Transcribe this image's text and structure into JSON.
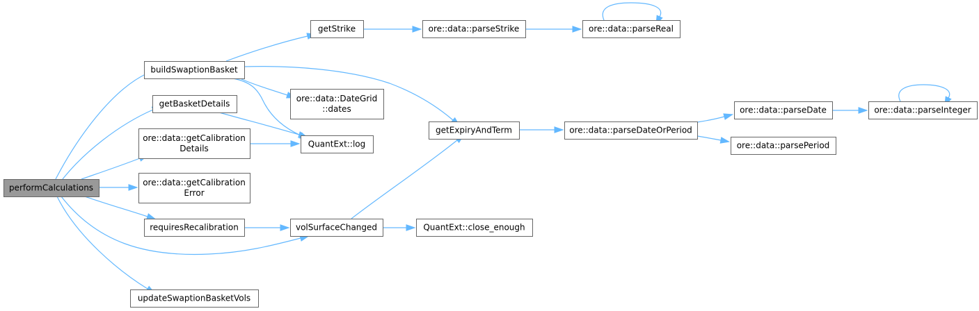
{
  "colors": {
    "edge": "#63b8ff",
    "node_border": "#666666",
    "root_fill": "#999999",
    "node_fill": "#ffffff"
  },
  "nodes": {
    "performCalculations": {
      "lines": [
        "performCalculations"
      ]
    },
    "buildSwaptionBasket": {
      "lines": [
        "buildSwaptionBasket"
      ]
    },
    "getBasketDetails": {
      "lines": [
        "getBasketDetails"
      ]
    },
    "getCalibrationDetails": {
      "lines": [
        "ore::data::getCalibration",
        "Details"
      ]
    },
    "getCalibrationError": {
      "lines": [
        "ore::data::getCalibration",
        "Error"
      ]
    },
    "requiresRecalibration": {
      "lines": [
        "requiresRecalibration"
      ]
    },
    "updateSwaptionBasketVols": {
      "lines": [
        "updateSwaptionBasketVols"
      ]
    },
    "getStrike": {
      "lines": [
        "getStrike"
      ]
    },
    "dateGridDates": {
      "lines": [
        "ore::data::DateGrid",
        "::dates"
      ]
    },
    "quantExtLog": {
      "lines": [
        "QuantExt::log"
      ]
    },
    "volSurfaceChanged": {
      "lines": [
        "volSurfaceChanged"
      ]
    },
    "parseStrike": {
      "lines": [
        "ore::data::parseStrike"
      ]
    },
    "getExpiryAndTerm": {
      "lines": [
        "getExpiryAndTerm"
      ]
    },
    "closeEnough": {
      "lines": [
        "QuantExt::close_enough"
      ]
    },
    "parseReal": {
      "lines": [
        "ore::data::parseReal"
      ]
    },
    "parseDateOrPeriod": {
      "lines": [
        "ore::data::parseDateOrPeriod"
      ]
    },
    "parseDate": {
      "lines": [
        "ore::data::parseDate"
      ]
    },
    "parsePeriod": {
      "lines": [
        "ore::data::parsePeriod"
      ]
    },
    "parseInteger": {
      "lines": [
        "ore::data::parseInteger"
      ]
    }
  }
}
